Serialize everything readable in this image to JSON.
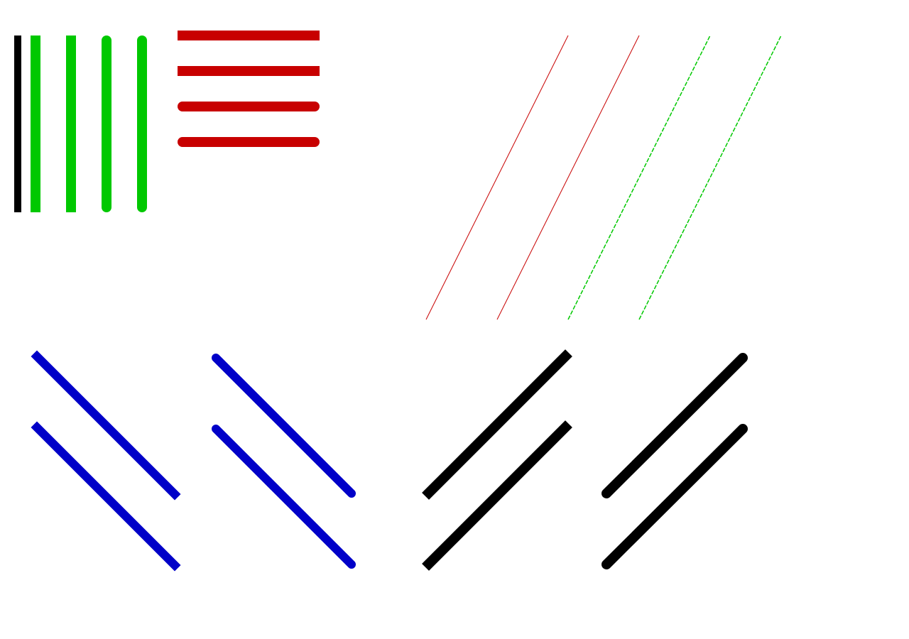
{
  "canvas": {
    "background": "#ffffff"
  },
  "colors": {
    "black": "#000000",
    "green": "#00c800",
    "red": "#c80000",
    "blue": "#0000c8"
  },
  "groups": [
    {
      "name": "vertical-lines-group",
      "orientation": "vertical",
      "lines": [
        {
          "name": "vertical-line-black-thin",
          "color": "black",
          "cap": "butt"
        },
        {
          "name": "vertical-line-green-butt",
          "color": "green",
          "cap": "butt"
        },
        {
          "name": "vertical-line-green-square",
          "color": "green",
          "cap": "square"
        },
        {
          "name": "vertical-line-green-round-1",
          "color": "green",
          "cap": "round"
        },
        {
          "name": "vertical-line-green-round-2",
          "color": "green",
          "cap": "round"
        }
      ]
    },
    {
      "name": "horizontal-lines-group",
      "orientation": "horizontal",
      "lines": [
        {
          "name": "horizontal-line-red-butt",
          "color": "red",
          "cap": "butt"
        },
        {
          "name": "horizontal-line-red-square",
          "color": "red",
          "cap": "square"
        },
        {
          "name": "horizontal-line-red-round-1",
          "color": "red",
          "cap": "round"
        },
        {
          "name": "horizontal-line-red-round-2",
          "color": "red",
          "cap": "round"
        }
      ]
    },
    {
      "name": "thin-diagonal-lines-group",
      "orientation": "diagonal-up",
      "lines": [
        {
          "name": "thin-diagonal-red-1",
          "color": "red",
          "style": "solid"
        },
        {
          "name": "thin-diagonal-red-2",
          "color": "red",
          "style": "solid"
        },
        {
          "name": "thin-diagonal-green-dashed-1",
          "color": "green",
          "style": "dashed"
        },
        {
          "name": "thin-diagonal-green-dashed-2",
          "color": "green",
          "style": "dashed"
        }
      ]
    },
    {
      "name": "blue-diagonal-lines-group",
      "orientation": "diagonal-down",
      "lines": [
        {
          "name": "blue-diagonal-square-1",
          "color": "blue",
          "cap": "square"
        },
        {
          "name": "blue-diagonal-square-2",
          "color": "blue",
          "cap": "square"
        },
        {
          "name": "blue-diagonal-round-1",
          "color": "blue",
          "cap": "round"
        },
        {
          "name": "blue-diagonal-round-2",
          "color": "blue",
          "cap": "round"
        }
      ]
    },
    {
      "name": "black-diagonal-lines-group",
      "orientation": "diagonal-up",
      "lines": [
        {
          "name": "black-diagonal-square-1",
          "color": "black",
          "cap": "square"
        },
        {
          "name": "black-diagonal-square-2",
          "color": "black",
          "cap": "square"
        },
        {
          "name": "black-diagonal-round-1",
          "color": "black",
          "cap": "round"
        },
        {
          "name": "black-diagonal-round-2",
          "color": "black",
          "cap": "round"
        }
      ]
    }
  ]
}
